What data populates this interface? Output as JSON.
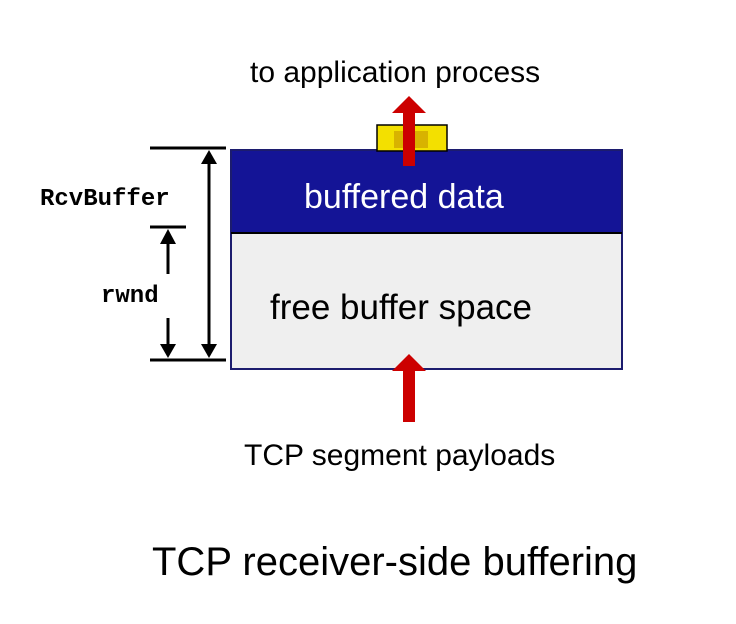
{
  "labels": {
    "top": "to application process",
    "buffered": "buffered data",
    "free": "free buffer space",
    "rcv_buffer": "RcvBuffer",
    "rwnd": "rwnd",
    "bottom": "TCP segment payloads"
  },
  "caption": "TCP receiver-side buffering",
  "colors": {
    "buffered_fill": "#141496",
    "free_fill": "#efefef",
    "packet_fill": "#f3e000",
    "arrow_red": "#cc0000",
    "stroke": "#000000"
  }
}
